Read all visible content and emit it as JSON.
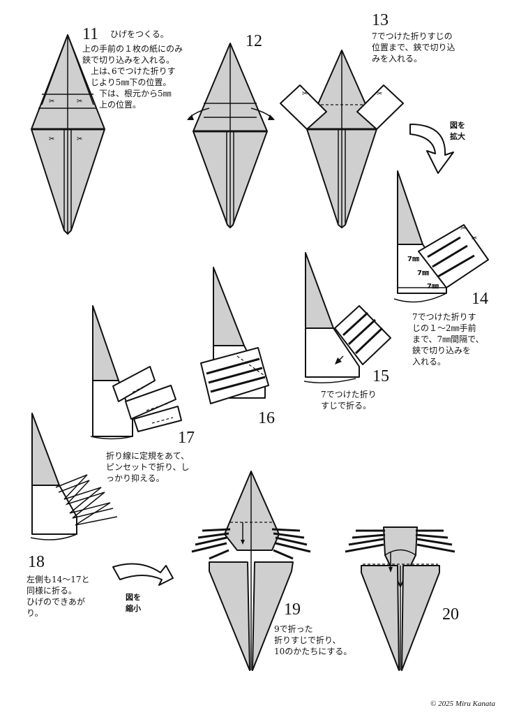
{
  "steps": {
    "s11": {
      "num": "11",
      "title": "ひげをつくる。",
      "body": "上の手前の１枚の紙にのみ\n鋏で切り込みを入れる。\n　上は､6でつけた折りす\n　じより5㎜下の位置。\n　　下は、根元から5㎜\n　　上の位置。"
    },
    "s12": {
      "num": "12"
    },
    "s13": {
      "num": "13",
      "body": "7でつけた折りすじの\n位置まで、鋏で切り込\nみを入れる。"
    },
    "s14": {
      "num": "14",
      "body": "7でつけた折りす\nじの１～2㎜手前\nまで、7㎜間隔で、\n鋏で切り込みを\n入れる。"
    },
    "s15": {
      "num": "15",
      "body": "7でつけた折り\nすじで折る。"
    },
    "s16": {
      "num": "16"
    },
    "s17": {
      "num": "17",
      "body": "折り線に定規をあて、\nピンセットで折り、し\nっかり抑える。"
    },
    "s18": {
      "num": "18",
      "body": "左側も14～17と\n同様に折る。\nひげのできあが\nり。"
    },
    "s19": {
      "num": "19",
      "body": "9で折った\n折りすじで折り、\n10のかたちにする。"
    },
    "s20": {
      "num": "20"
    }
  },
  "labels": {
    "enlarge": "図を\n拡大",
    "shrink": "図を\n縮小",
    "mm1": "7㎜",
    "mm2": "7㎜",
    "mm3": "7㎜"
  },
  "colors": {
    "paper": "#cfcfcf",
    "ink": "#111111",
    "white": "#ffffff"
  },
  "footer": {
    "copyright": "© 2025 Miru Kanata"
  }
}
